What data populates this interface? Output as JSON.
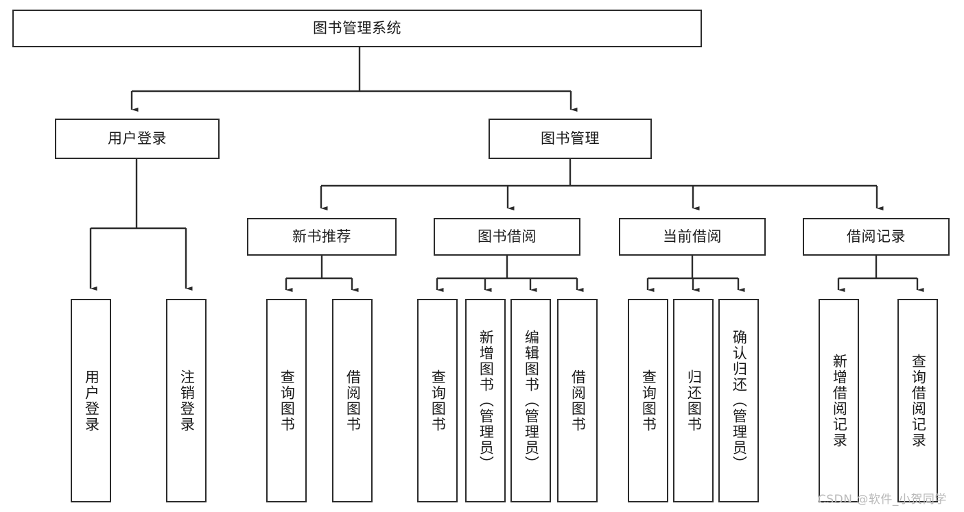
{
  "diagram": {
    "title": "图书管理系统",
    "type": "hierarchy-tree",
    "watermark": "CSDN @软件_小贺同学",
    "colors": {
      "stroke": "#2b2b2b",
      "fill": "#ffffff",
      "text": "#1a1a1a",
      "watermark": "#b9b9b9"
    },
    "nodes": {
      "root": {
        "label": "图书管理系统"
      },
      "level2": [
        {
          "label": "用户登录"
        },
        {
          "label": "图书管理"
        }
      ],
      "level3": [
        {
          "label": "新书推荐"
        },
        {
          "label": "图书借阅"
        },
        {
          "label": "当前借阅"
        },
        {
          "label": "借阅记录"
        }
      ],
      "leaves": {
        "user_login": [
          {
            "label": "用户登录"
          },
          {
            "label": "注销登录"
          }
        ],
        "new_book": [
          {
            "label": "查询图书"
          },
          {
            "label": "借阅图书"
          }
        ],
        "book_borrow": [
          {
            "label": "查询图书"
          },
          {
            "label": "新增图书（管理员）"
          },
          {
            "label": "编辑图书（管理员）"
          },
          {
            "label": "借阅图书"
          }
        ],
        "current_borrow": [
          {
            "label": "查询图书"
          },
          {
            "label": "归还图书"
          },
          {
            "label": "确认归还（管理员）"
          }
        ],
        "borrow_record": [
          {
            "label": "新增借阅记录"
          },
          {
            "label": "查询借阅记录"
          }
        ]
      }
    }
  }
}
